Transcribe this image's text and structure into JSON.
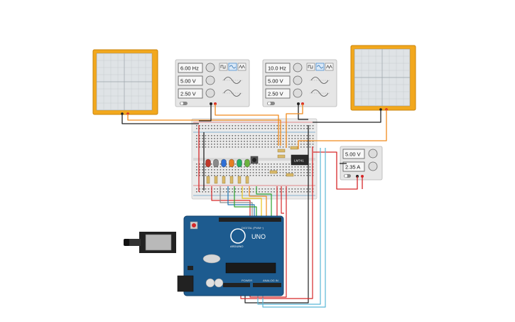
{
  "function_generators": [
    {
      "frequency": "6.00 Hz",
      "amplitude": "5.00 V",
      "offset": "2.50 V"
    },
    {
      "frequency": "10.0 Hz",
      "amplitude": "5.00 V",
      "offset": "2.50 V"
    }
  ],
  "power_supply": {
    "voltage": "5.00 V",
    "current": "2.35 A"
  },
  "arduino": {
    "brand": "ARDUINO",
    "model": "UNO",
    "digital_label": "DIGITAL (PWM~)",
    "power_label": "POWER",
    "analog_label": "ANALOG IN"
  },
  "ic": {
    "label": "LM741"
  },
  "colors": {
    "oscilloscope_frame": "#f2a81d",
    "arduino_board": "#1d5b8f",
    "wire_red": "#d62728",
    "wire_black": "#222222",
    "wire_orange": "#f08a1c",
    "wire_green": "#2ca02c",
    "wire_blue": "#1f77b4",
    "wire_cyan": "#5ab8d6",
    "wire_yellow": "#e8c31a",
    "led_colors": [
      "#c0392b",
      "#8a8a8a",
      "#2e6fd6",
      "#e67e22",
      "#27ae60",
      "#6cb33f"
    ]
  }
}
